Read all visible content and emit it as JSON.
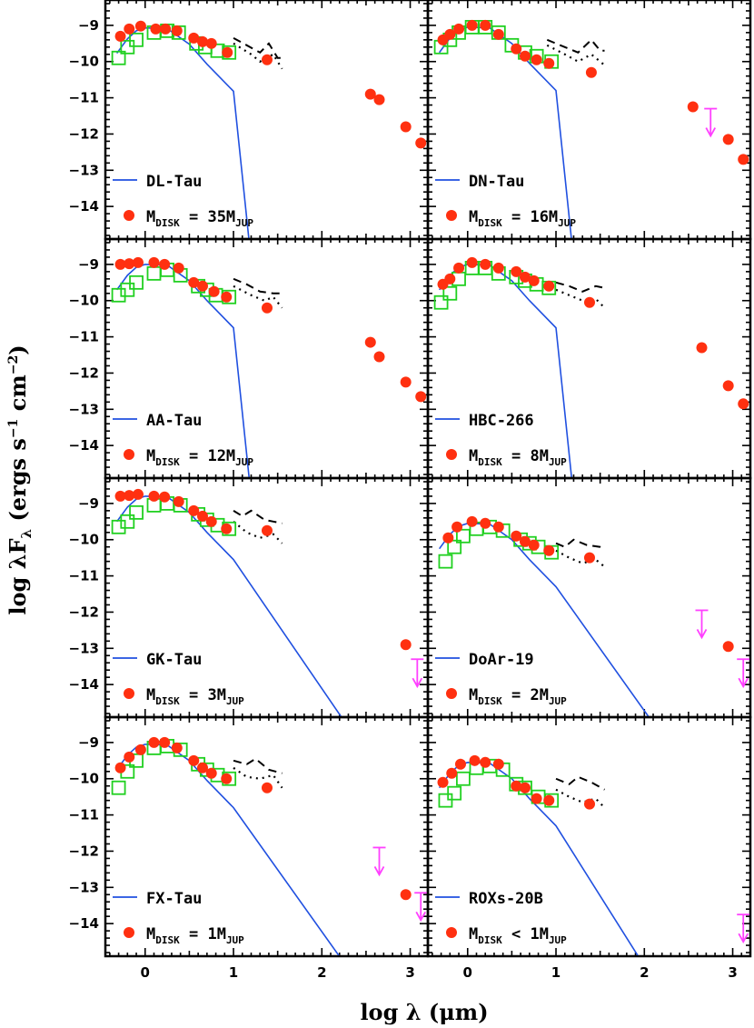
{
  "chart_data": {
    "type": "scatter",
    "layout": "4x2 grid of SED panels",
    "xlabel": "log λ (μm)",
    "ylabel": "log λF_λ (ergs s^-1 cm^-2)",
    "xlim": [
      -0.45,
      3.2
    ],
    "ylim": [
      -14.9,
      -8.3
    ],
    "x_ticks": [
      0,
      1,
      2,
      3
    ],
    "y_ticks": [
      -9,
      -10,
      -11,
      -12,
      -13,
      -14
    ],
    "legend_labels": {
      "model_prefix": "M",
      "model_sub1": "DISK",
      "model_sub2": "JUP"
    },
    "colors": {
      "photosphere": "#2050e0",
      "model_points": "#ff3010",
      "observed": "#20d020",
      "upper_limit": "#ff40ff",
      "ir": "#000000"
    },
    "panels": [
      {
        "name": "DL-Tau",
        "mass_op": "=",
        "mass_value": "35",
        "observed": [
          [
            -0.3,
            -9.9
          ],
          [
            -0.2,
            -9.6
          ],
          [
            -0.1,
            -9.4
          ],
          [
            0.1,
            -9.2
          ],
          [
            0.25,
            -9.15
          ],
          [
            0.38,
            -9.2
          ],
          [
            0.58,
            -9.5
          ],
          [
            0.68,
            -9.6
          ],
          [
            0.82,
            -9.7
          ],
          [
            0.95,
            -9.75
          ]
        ],
        "model": [
          [
            -0.28,
            -9.3
          ],
          [
            -0.18,
            -9.1
          ],
          [
            -0.05,
            -9.02
          ],
          [
            0.12,
            -9.1
          ],
          [
            0.23,
            -9.1
          ],
          [
            0.36,
            -9.15
          ],
          [
            0.55,
            -9.35
          ],
          [
            0.65,
            -9.45
          ],
          [
            0.75,
            -9.5
          ],
          [
            0.93,
            -9.75
          ],
          [
            1.38,
            -9.95
          ],
          [
            2.55,
            -10.9
          ],
          [
            2.65,
            -11.05
          ],
          [
            2.95,
            -11.8
          ],
          [
            3.12,
            -12.25
          ]
        ],
        "upper_limits": [],
        "ir_dashed": [
          [
            1.0,
            -9.35
          ],
          [
            1.15,
            -9.55
          ],
          [
            1.3,
            -9.75
          ],
          [
            1.4,
            -9.5
          ],
          [
            1.5,
            -9.9
          ],
          [
            1.55,
            -9.9
          ]
        ],
        "ir_dotted": [
          [
            1.0,
            -9.5
          ],
          [
            1.2,
            -9.8
          ],
          [
            1.3,
            -10.0
          ],
          [
            1.45,
            -9.8
          ],
          [
            1.55,
            -10.2
          ]
        ],
        "photosphere_end": 1.19
      },
      {
        "name": "DN-Tau",
        "mass_op": "=",
        "mass_value": "16",
        "observed": [
          [
            -0.3,
            -9.6
          ],
          [
            -0.2,
            -9.4
          ],
          [
            -0.1,
            -9.2
          ],
          [
            0.05,
            -9.05
          ],
          [
            0.2,
            -9.05
          ],
          [
            0.35,
            -9.2
          ],
          [
            0.5,
            -9.55
          ],
          [
            0.65,
            -9.75
          ],
          [
            0.78,
            -9.85
          ],
          [
            0.95,
            -10.0
          ]
        ],
        "model": [
          [
            -0.28,
            -9.4
          ],
          [
            -0.2,
            -9.25
          ],
          [
            -0.1,
            -9.1
          ],
          [
            0.05,
            -9.0
          ],
          [
            0.2,
            -9.0
          ],
          [
            0.35,
            -9.25
          ],
          [
            0.55,
            -9.65
          ],
          [
            0.65,
            -9.85
          ],
          [
            0.78,
            -9.95
          ],
          [
            0.92,
            -10.05
          ],
          [
            1.4,
            -10.3
          ],
          [
            2.55,
            -11.25
          ],
          [
            2.95,
            -12.15
          ],
          [
            3.12,
            -12.7
          ]
        ],
        "upper_limits": [
          [
            2.75,
            -11.3
          ]
        ],
        "ir_dashed": [
          [
            0.9,
            -9.4
          ],
          [
            1.1,
            -9.6
          ],
          [
            1.25,
            -9.75
          ],
          [
            1.4,
            -9.4
          ],
          [
            1.5,
            -9.7
          ],
          [
            1.55,
            -9.7
          ]
        ],
        "ir_dotted": [
          [
            0.9,
            -9.55
          ],
          [
            1.1,
            -9.8
          ],
          [
            1.25,
            -10.0
          ],
          [
            1.4,
            -9.8
          ],
          [
            1.55,
            -10.1
          ]
        ],
        "photosphere_end": 1.19
      },
      {
        "name": "AA-Tau",
        "mass_op": "=",
        "mass_value": "12",
        "observed": [
          [
            -0.3,
            -9.85
          ],
          [
            -0.2,
            -9.7
          ],
          [
            -0.1,
            -9.5
          ],
          [
            0.1,
            -9.25
          ],
          [
            0.25,
            -9.15
          ],
          [
            0.4,
            -9.3
          ],
          [
            0.6,
            -9.6
          ],
          [
            0.7,
            -9.7
          ],
          [
            0.8,
            -9.85
          ],
          [
            0.95,
            -9.9
          ]
        ],
        "model": [
          [
            -0.28,
            -9.0
          ],
          [
            -0.18,
            -8.98
          ],
          [
            -0.08,
            -8.95
          ],
          [
            0.1,
            -8.95
          ],
          [
            0.22,
            -9.0
          ],
          [
            0.38,
            -9.1
          ],
          [
            0.55,
            -9.5
          ],
          [
            0.65,
            -9.6
          ],
          [
            0.78,
            -9.75
          ],
          [
            0.92,
            -9.9
          ],
          [
            1.38,
            -10.2
          ],
          [
            2.55,
            -11.15
          ],
          [
            2.65,
            -11.55
          ],
          [
            2.95,
            -12.25
          ],
          [
            3.12,
            -12.65
          ]
        ],
        "upper_limits": [],
        "ir_dashed": [
          [
            1.0,
            -9.4
          ],
          [
            1.15,
            -9.55
          ],
          [
            1.3,
            -9.75
          ],
          [
            1.45,
            -9.8
          ],
          [
            1.55,
            -9.8
          ]
        ],
        "ir_dotted": [
          [
            1.0,
            -9.6
          ],
          [
            1.2,
            -9.85
          ],
          [
            1.35,
            -10.0
          ],
          [
            1.45,
            -9.9
          ],
          [
            1.55,
            -10.2
          ]
        ],
        "photosphere_end": 1.19
      },
      {
        "name": "HBC-266",
        "mass_op": "=",
        "mass_value": "8",
        "observed": [
          [
            -0.3,
            -10.05
          ],
          [
            -0.2,
            -9.8
          ],
          [
            -0.1,
            -9.4
          ],
          [
            0.05,
            -9.1
          ],
          [
            0.2,
            -9.1
          ],
          [
            0.35,
            -9.25
          ],
          [
            0.55,
            -9.35
          ],
          [
            0.65,
            -9.45
          ],
          [
            0.78,
            -9.55
          ],
          [
            0.92,
            -9.65
          ]
        ],
        "model": [
          [
            -0.28,
            -9.55
          ],
          [
            -0.2,
            -9.4
          ],
          [
            -0.1,
            -9.1
          ],
          [
            0.05,
            -8.95
          ],
          [
            0.2,
            -9.0
          ],
          [
            0.35,
            -9.1
          ],
          [
            0.55,
            -9.2
          ],
          [
            0.65,
            -9.35
          ],
          [
            0.75,
            -9.45
          ],
          [
            0.92,
            -9.6
          ],
          [
            1.38,
            -10.05
          ],
          [
            2.65,
            -11.3
          ],
          [
            2.95,
            -12.35
          ],
          [
            3.12,
            -12.85
          ]
        ],
        "upper_limits": [],
        "ir_dashed": [
          [
            1.0,
            -9.5
          ],
          [
            1.15,
            -9.6
          ],
          [
            1.3,
            -9.75
          ],
          [
            1.45,
            -9.6
          ],
          [
            1.55,
            -9.65
          ]
        ],
        "ir_dotted": [
          [
            1.0,
            -9.7
          ],
          [
            1.2,
            -9.9
          ],
          [
            1.35,
            -10.05
          ],
          [
            1.45,
            -9.95
          ],
          [
            1.55,
            -10.2
          ]
        ],
        "photosphere_end": 1.19
      },
      {
        "name": "GK-Tau",
        "mass_op": "=",
        "mass_value": "3",
        "observed": [
          [
            -0.3,
            -9.65
          ],
          [
            -0.2,
            -9.5
          ],
          [
            -0.1,
            -9.25
          ],
          [
            0.1,
            -9.05
          ],
          [
            0.25,
            -9.0
          ],
          [
            0.4,
            -9.05
          ],
          [
            0.6,
            -9.3
          ],
          [
            0.7,
            -9.45
          ],
          [
            0.82,
            -9.6
          ],
          [
            0.95,
            -9.7
          ]
        ],
        "model": [
          [
            -0.28,
            -8.8
          ],
          [
            -0.18,
            -8.78
          ],
          [
            -0.08,
            -8.75
          ],
          [
            0.1,
            -8.8
          ],
          [
            0.22,
            -8.82
          ],
          [
            0.38,
            -8.95
          ],
          [
            0.55,
            -9.2
          ],
          [
            0.65,
            -9.35
          ],
          [
            0.75,
            -9.5
          ],
          [
            0.92,
            -9.7
          ],
          [
            1.38,
            -9.75
          ],
          [
            2.95,
            -12.9
          ]
        ],
        "upper_limits": [
          [
            3.08,
            -13.3
          ]
        ],
        "ir_dashed": [
          [
            1.0,
            -9.2
          ],
          [
            1.1,
            -9.35
          ],
          [
            1.2,
            -9.2
          ],
          [
            1.35,
            -9.45
          ],
          [
            1.45,
            -9.5
          ],
          [
            1.55,
            -9.55
          ]
        ],
        "ir_dotted": [
          [
            1.0,
            -9.5
          ],
          [
            1.15,
            -9.8
          ],
          [
            1.3,
            -9.95
          ],
          [
            1.45,
            -9.85
          ],
          [
            1.55,
            -10.1
          ]
        ],
        "photosphere_end": 2.25
      },
      {
        "name": "DoAr-19",
        "mass_op": "=",
        "mass_value": "2",
        "observed": [
          [
            -0.25,
            -10.6
          ],
          [
            -0.15,
            -10.2
          ],
          [
            -0.05,
            -9.9
          ],
          [
            0.1,
            -9.7
          ],
          [
            0.25,
            -9.65
          ],
          [
            0.4,
            -9.75
          ],
          [
            0.6,
            -10.0
          ],
          [
            0.7,
            -10.1
          ],
          [
            0.8,
            -10.2
          ],
          [
            0.95,
            -10.35
          ]
        ],
        "model": [
          [
            -0.22,
            -9.95
          ],
          [
            -0.12,
            -9.65
          ],
          [
            0.05,
            -9.5
          ],
          [
            0.2,
            -9.55
          ],
          [
            0.35,
            -9.65
          ],
          [
            0.55,
            -9.9
          ],
          [
            0.65,
            -10.05
          ],
          [
            0.75,
            -10.15
          ],
          [
            0.92,
            -10.3
          ],
          [
            1.38,
            -10.5
          ],
          [
            2.95,
            -12.95
          ]
        ],
        "upper_limits": [
          [
            2.65,
            -11.95
          ],
          [
            3.12,
            -13.3
          ]
        ],
        "ir_dashed": [
          [
            1.0,
            -10.1
          ],
          [
            1.1,
            -10.2
          ],
          [
            1.2,
            -10.0
          ],
          [
            1.35,
            -10.15
          ],
          [
            1.5,
            -10.2
          ],
          [
            1.55,
            -10.25
          ]
        ],
        "ir_dotted": [
          [
            1.0,
            -10.3
          ],
          [
            1.15,
            -10.5
          ],
          [
            1.3,
            -10.65
          ],
          [
            1.45,
            -10.55
          ],
          [
            1.55,
            -10.75
          ]
        ],
        "photosphere_end": 2.3
      },
      {
        "name": "FX-Tau",
        "mass_op": "=",
        "mass_value": "1",
        "observed": [
          [
            -0.3,
            -10.25
          ],
          [
            -0.2,
            -9.8
          ],
          [
            -0.1,
            -9.5
          ],
          [
            0.1,
            -9.15
          ],
          [
            0.25,
            -9.1
          ],
          [
            0.4,
            -9.2
          ],
          [
            0.6,
            -9.6
          ],
          [
            0.7,
            -9.75
          ],
          [
            0.82,
            -9.9
          ],
          [
            0.95,
            -10.0
          ]
        ],
        "model": [
          [
            -0.28,
            -9.7
          ],
          [
            -0.18,
            -9.4
          ],
          [
            -0.05,
            -9.2
          ],
          [
            0.1,
            -9.0
          ],
          [
            0.22,
            -9.0
          ],
          [
            0.36,
            -9.15
          ],
          [
            0.55,
            -9.5
          ],
          [
            0.65,
            -9.7
          ],
          [
            0.75,
            -9.85
          ],
          [
            0.92,
            -10.0
          ],
          [
            1.38,
            -10.25
          ],
          [
            2.95,
            -13.2
          ]
        ],
        "upper_limits": [
          [
            2.65,
            -11.9
          ],
          [
            3.12,
            -13.15
          ]
        ],
        "ir_dashed": [
          [
            1.0,
            -9.5
          ],
          [
            1.15,
            -9.6
          ],
          [
            1.25,
            -9.45
          ],
          [
            1.4,
            -9.75
          ],
          [
            1.55,
            -9.85
          ]
        ],
        "ir_dotted": [
          [
            1.0,
            -9.7
          ],
          [
            1.15,
            -9.95
          ],
          [
            1.3,
            -10.0
          ],
          [
            1.45,
            -9.9
          ],
          [
            1.55,
            -10.25
          ]
        ],
        "photosphere_end": 2.3
      },
      {
        "name": "ROXs-20B",
        "mass_op": "<",
        "mass_value": "1",
        "observed": [
          [
            -0.25,
            -10.6
          ],
          [
            -0.15,
            -10.4
          ],
          [
            -0.05,
            -10.0
          ],
          [
            0.1,
            -9.7
          ],
          [
            0.25,
            -9.65
          ],
          [
            0.4,
            -9.75
          ],
          [
            0.55,
            -10.15
          ],
          [
            0.65,
            -10.25
          ],
          [
            0.8,
            -10.5
          ],
          [
            0.95,
            -10.6
          ]
        ],
        "model": [
          [
            -0.28,
            -10.1
          ],
          [
            -0.18,
            -9.85
          ],
          [
            -0.08,
            -9.6
          ],
          [
            0.08,
            -9.5
          ],
          [
            0.2,
            -9.55
          ],
          [
            0.35,
            -9.6
          ],
          [
            0.55,
            -10.2
          ],
          [
            0.65,
            -10.25
          ],
          [
            0.78,
            -10.55
          ],
          [
            0.92,
            -10.6
          ],
          [
            1.38,
            -10.7
          ]
        ],
        "upper_limits": [
          [
            3.12,
            -13.75
          ]
        ],
        "ir_dashed": [
          [
            1.0,
            -10.0
          ],
          [
            1.15,
            -10.15
          ],
          [
            1.25,
            -9.95
          ],
          [
            1.4,
            -10.1
          ],
          [
            1.55,
            -10.3
          ]
        ],
        "ir_dotted": [
          [
            1.0,
            -10.3
          ],
          [
            1.15,
            -10.5
          ],
          [
            1.3,
            -10.65
          ],
          [
            1.45,
            -10.55
          ],
          [
            1.55,
            -10.8
          ]
        ],
        "photosphere_end": 2.15
      }
    ]
  }
}
